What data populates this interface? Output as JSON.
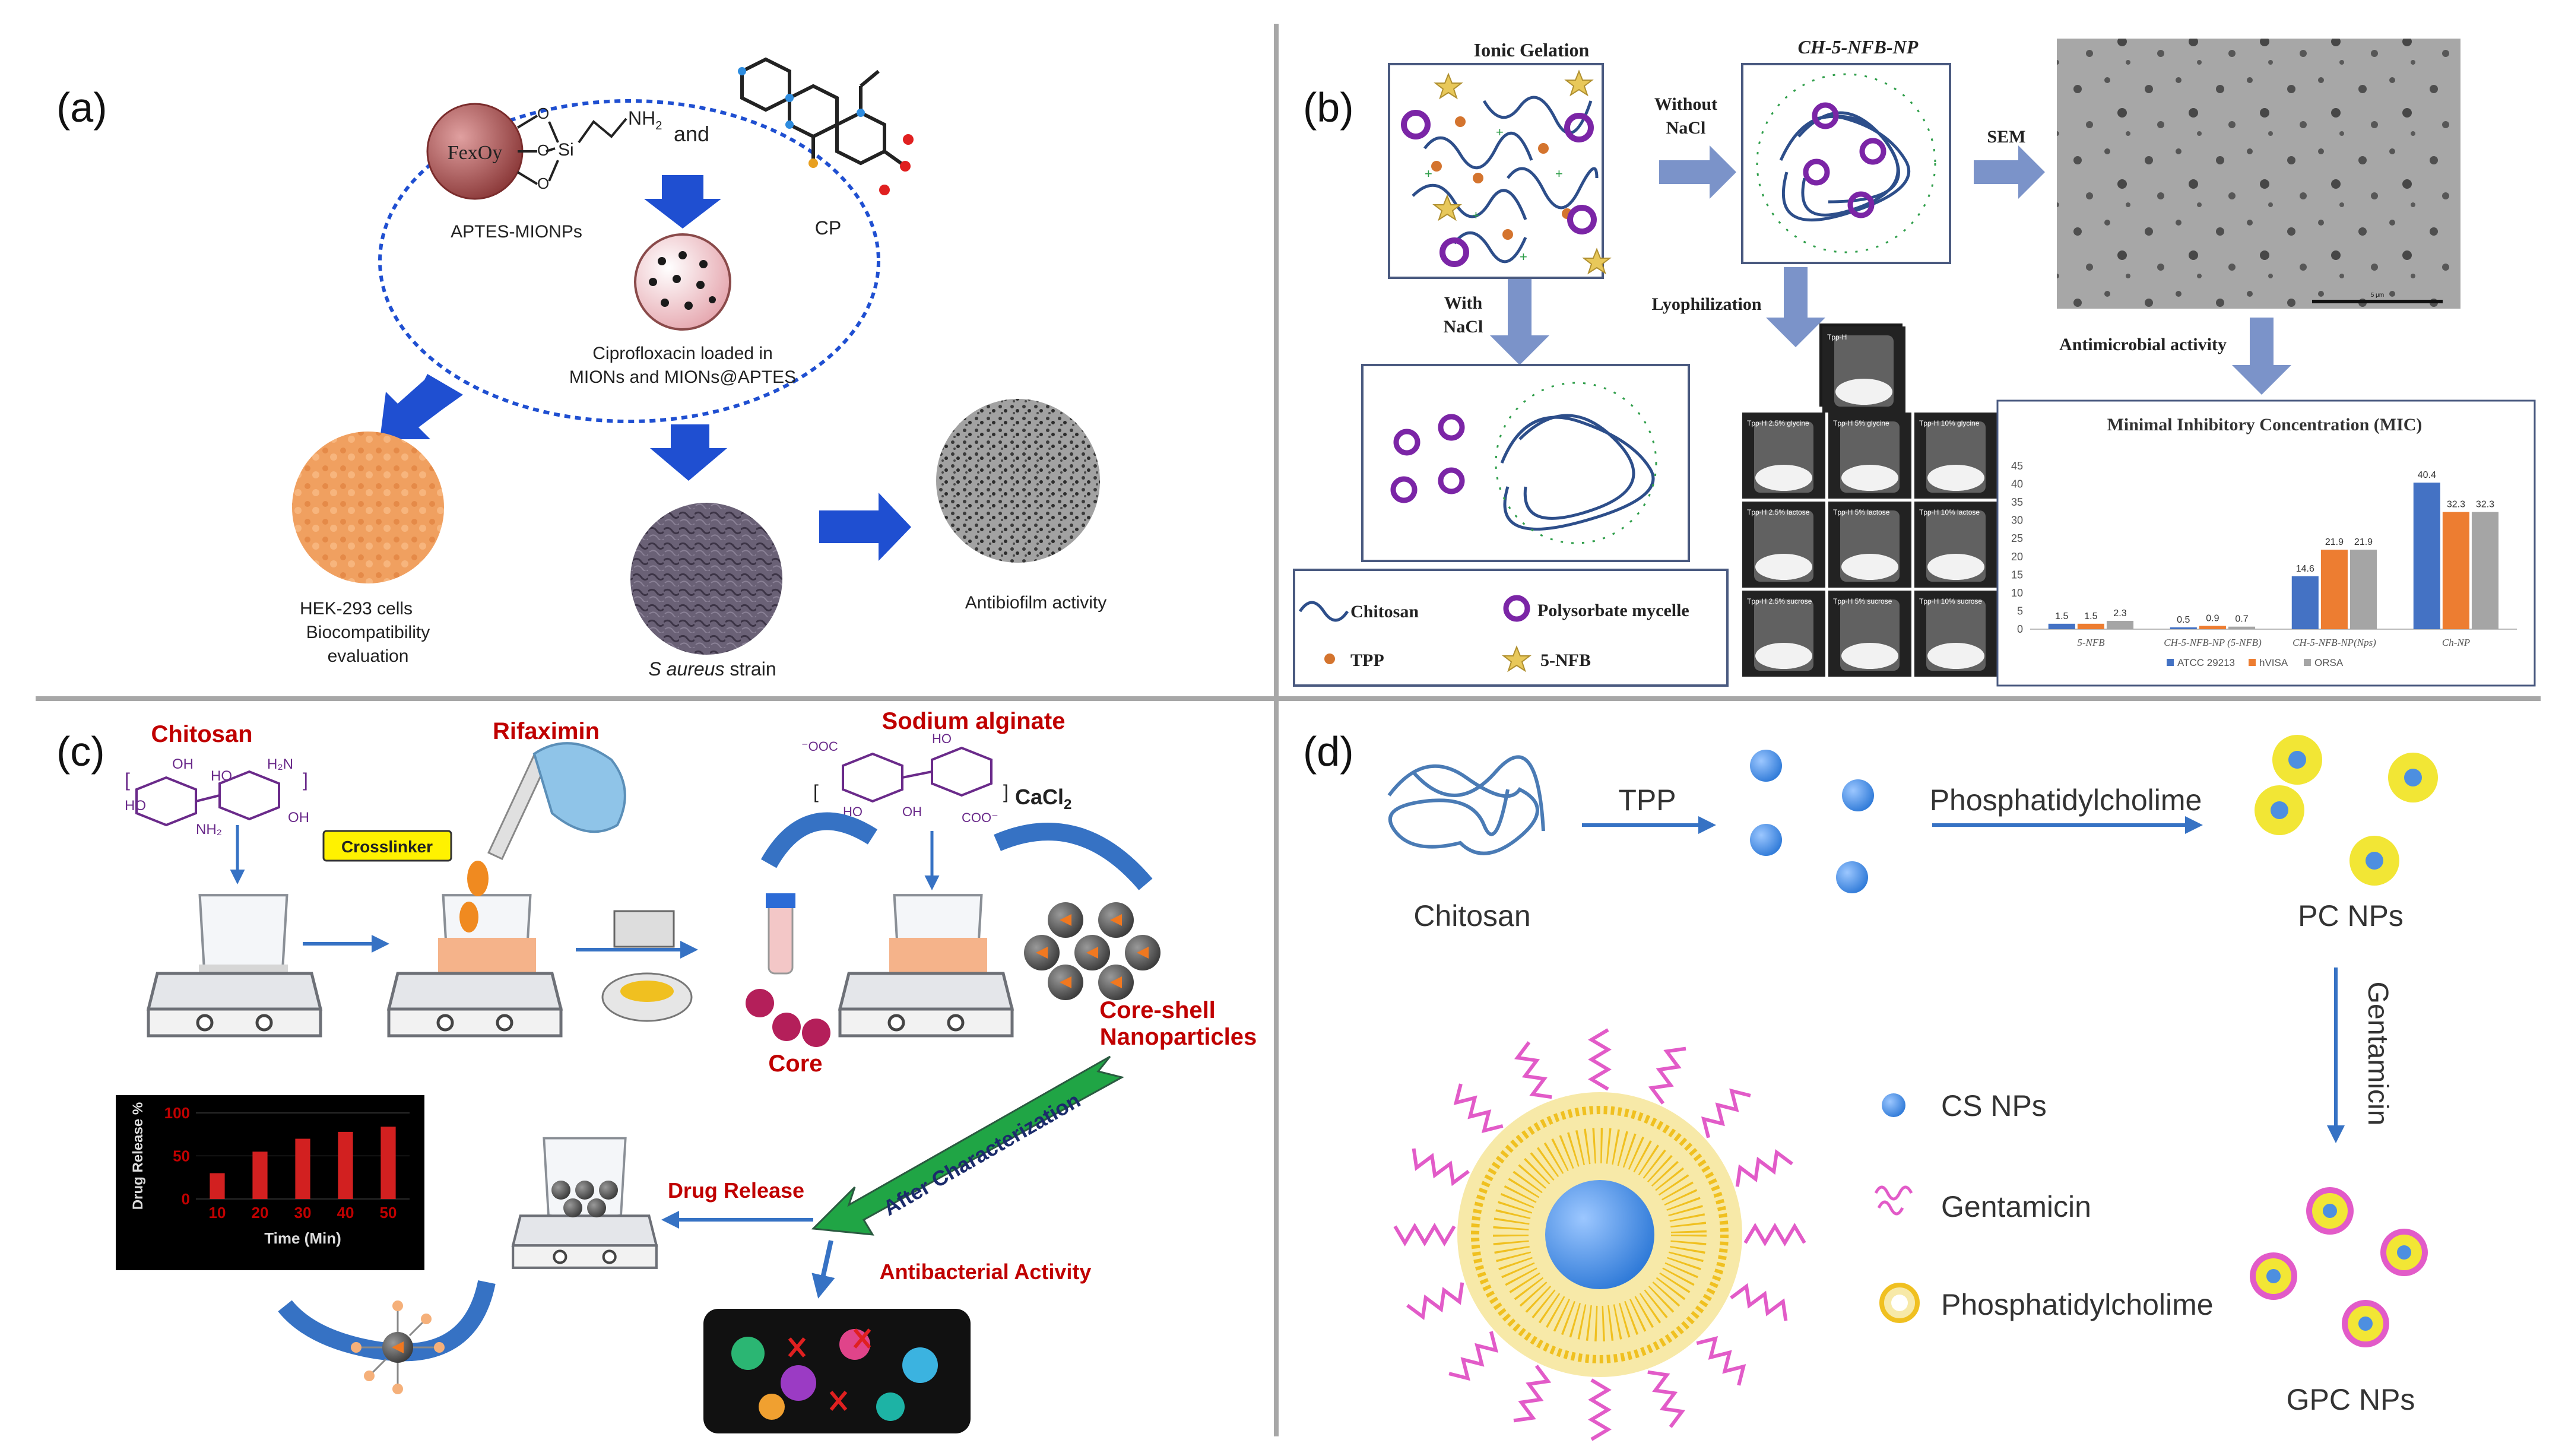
{
  "colors": {
    "panel_divider": "#a7a7a7",
    "arrow_blue": "#1f4fd1",
    "arrow_slate": "#7b93c9",
    "chitosan_red": "#c00000",
    "chitosan_line": "#4a7bb5",
    "tpp_orange": "#d4742e",
    "nfb_star": "#e8c85a",
    "micelle_purple": "#7b25a6",
    "plus_green": "#2f9e4a",
    "green_arrow": "#20a545",
    "bar_atcc": "#4472c4",
    "bar_hvisa": "#ed7d31",
    "bar_orsa": "#a5a5a5",
    "np_blue": "#4d8fe0",
    "np_yellow": "#f2e635",
    "gentamicin_pink": "#e25bc8"
  },
  "panel_a": {
    "label": "(a)",
    "particle_core": "FexOy",
    "linker_chem": "NH",
    "linker_sub": "2",
    "si": "Si",
    "and": "and",
    "aptes": "APTES-MIONPs",
    "cp": "CP",
    "loaded_line1": "Ciprofloxacin loaded in",
    "loaded_line2": "MIONs and MIONs@APTES",
    "hek_line1": "HEK-293 cells",
    "hek_line2": "Biocompatibility",
    "hek_line3": "evaluation",
    "saureus_italic": "S aureus",
    "saureus_rest": " strain",
    "antibiofilm": "Antibiofilm activity"
  },
  "panel_b": {
    "label": "(b)",
    "ionic_gelation": "Ionic Gelation",
    "np_title": "CH-5-NFB-NP",
    "without_nacl_1": "Without",
    "without_nacl_2": "NaCl",
    "with_nacl_1": "With",
    "with_nacl_2": "NaCl",
    "sem": "SEM",
    "lyophilization": "Lyophilization",
    "antimicrobial": "Antimicrobial activity",
    "vial_labels": [
      "Tpp-H",
      "Tpp-H 2.5% glycine",
      "Tpp-H 5% glycine",
      "Tpp-H 10% glycine",
      "Tpp-H 2.5% lactose",
      "Tpp-H 5% lactose",
      "Tpp-H 10% lactose",
      "Tpp-H 2.5% sucrose",
      "Tpp-H 5% sucrose",
      "Tpp-H 10% sucrose"
    ],
    "scale_label": "5 μm",
    "legend": {
      "chitosan": "Chitosan",
      "polysorbate": "Polysorbate mycelle",
      "tpp": "TPP",
      "nfb": "5-NFB"
    }
  },
  "chart_data": {
    "type": "bar",
    "title": "Minimal Inhibitory Concentration (MIC)",
    "categories": [
      "5-NFB",
      "CH-5-NFB-NP (5-NFB)",
      "CH-5-NFB-NP(Nps)",
      "Ch-NP"
    ],
    "series": [
      {
        "name": "ATCC 29213",
        "values": [
          1.5,
          0.5,
          14.6,
          40.4
        ]
      },
      {
        "name": "hVISA",
        "values": [
          1.5,
          0.9,
          21.9,
          32.3
        ]
      },
      {
        "name": "ORSA",
        "values": [
          2.3,
          0.7,
          21.9,
          32.3
        ]
      }
    ],
    "ylim": [
      0,
      45
    ],
    "yticks": [
      "0",
      "5",
      "10",
      "15",
      "20",
      "25",
      "30",
      "35",
      "40",
      "45"
    ],
    "grid": false,
    "legend_position": "bottom"
  },
  "panel_c": {
    "label": "(c)",
    "chitosan": "Chitosan",
    "rifaximin": "Rifaximin",
    "sodium_alginate": "Sodium alginate",
    "crosslinker": "Crosslinker",
    "cacl2": "CaCl",
    "cacl2_sub": "2",
    "core": "Core",
    "core_shell_1": "Core-shell",
    "core_shell_2": "Nanoparticles",
    "after_characterization": "After Characterization",
    "drug_release": "Drug Release",
    "antibacterial": "Antibacterial Activity",
    "chem": {
      "oh1": "OH",
      "oh2": "OH",
      "h2n": "H₂N",
      "ho1": "HO",
      "ho2": "HO",
      "nh2": "NH₂",
      "oh3": "OH",
      "ooc": "⁻OOC",
      "ho3": "HO",
      "ho4": "HO",
      "oh4": "OH",
      "coo": "COO⁻"
    },
    "release_chart": {
      "ylabel": "Drug Release %",
      "xlabel": "Time (Min)",
      "x": [
        "10",
        "20",
        "30",
        "40",
        "50"
      ],
      "values": [
        30,
        55,
        70,
        78,
        84
      ],
      "yticks": [
        "0",
        "50",
        "100"
      ],
      "ylim": [
        0,
        100
      ]
    }
  },
  "panel_d": {
    "label": "(d)",
    "chitosan": "Chitosan",
    "tpp": "TPP",
    "phosphatidylcholime_arrow": "Phosphatidylcholime",
    "pc_nps": "PC NPs",
    "gentamicin_arrow": "Gentamicin",
    "gpc_nps": "GPC NPs",
    "legend_cs": "CS NPs",
    "legend_gentamicin": "Gentamicin",
    "legend_pc": "Phosphatidylcholime"
  }
}
